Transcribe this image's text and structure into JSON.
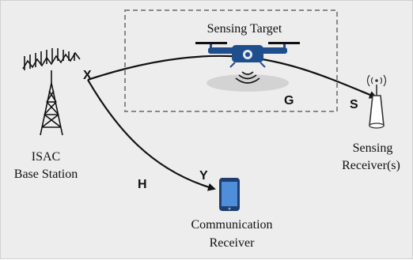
{
  "labels": {
    "sensing_target": "Sensing Target",
    "isac_line1": "ISAC",
    "isac_line2": "Base Station",
    "sensing_rx_line1": "Sensing",
    "sensing_rx_line2": "Receiver(s)",
    "comm_rx_line1": "Communication",
    "comm_rx_line2": "Receiver"
  },
  "signals": {
    "x": "X",
    "y": "Y",
    "s": "S",
    "g": "G",
    "h": "H"
  },
  "colors": {
    "background": "#ededed",
    "drone": "#1f4e8c",
    "phone_screen": "#4f8fd9",
    "arrow": "#111111",
    "dashed_box": "#888888"
  },
  "icons": [
    "antenna-tower-icon",
    "drone-icon",
    "smartphone-icon",
    "sensing-receiver-icon",
    "wireless-signal-icon"
  ]
}
